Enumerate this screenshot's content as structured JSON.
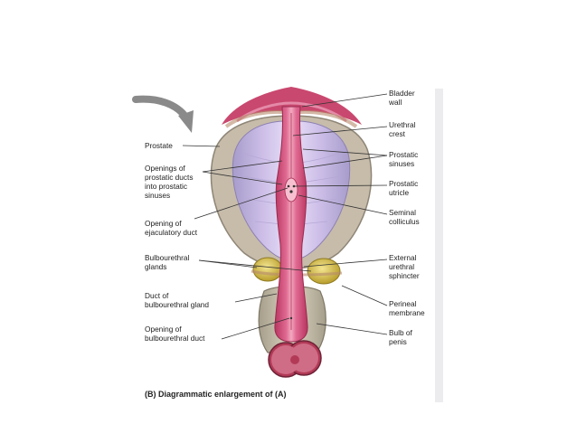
{
  "caption": "(B) Diagrammatic enlargement of (A)",
  "labels_left": {
    "prostate": "Prostate",
    "openings_prostatic_ducts": "Openings of\nprostatic ducts\ninto prostatic\nsinuses",
    "opening_ejaculatory_duct": "Opening of\nejaculatory duct",
    "bulbourethral_glands": "Bulbourethral\nglands",
    "duct_bulbourethral_gland": "Duct of\nbulbourethral gland",
    "opening_bulbourethral_duct": "Opening of\nbulbourethral duct"
  },
  "labels_right": {
    "bladder_wall": "Bladder\nwall",
    "urethral_crest": "Urethral\ncrest",
    "prostatic_sinuses": "Prostatic\nsinuses",
    "prostatic_utricle": "Prostatic\nutricle",
    "seminal_colliculus": "Seminal\ncolliculus",
    "external_urethral_sphincter": "External\nurethral\nsphincter",
    "perineal_membrane": "Perineal\nmembrane",
    "bulb_of_penis": "Bulb of\npenis"
  },
  "colors": {
    "prostate_capsule": "#c7bcaa",
    "prostate_inner": "#c3b3df",
    "urethra": "#d95a86",
    "urethra_light": "#ef9fb8",
    "bladder": "#c9486f",
    "gland": "#d9c255",
    "bulb": "#c9c1ac",
    "arrow": "#8a8a8a"
  }
}
